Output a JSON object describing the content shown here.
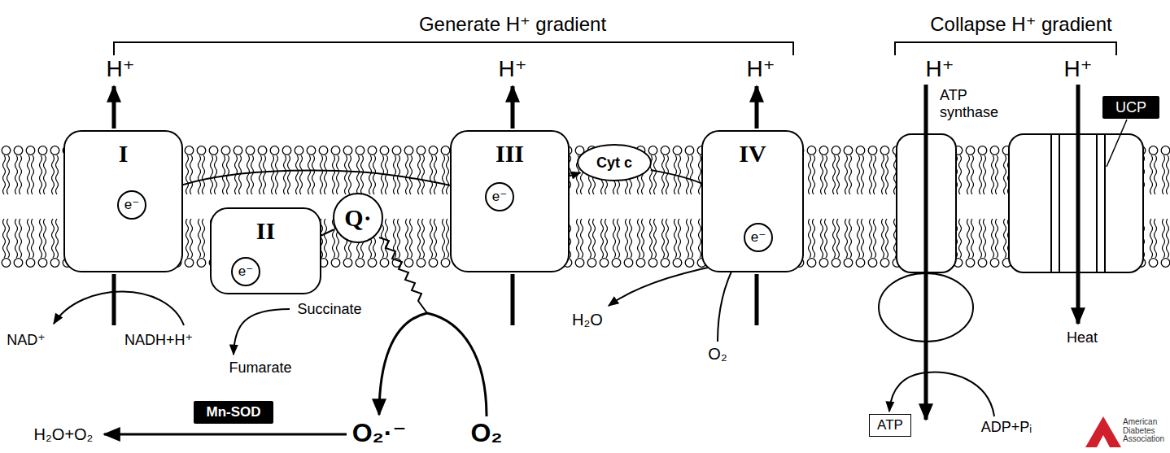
{
  "diagram": {
    "nodes": [
      {
        "text": [
          "I"
        ]
      },
      {
        "text": [
          "e⁻"
        ],
        "in": 0
      },
      {
        "text": [
          "II"
        ]
      },
      {
        "text": [
          "e⁻"
        ],
        "in": 2
      },
      {
        "text": [
          "Q·"
        ]
      },
      {
        "text": [
          "III"
        ]
      },
      {
        "text": [
          "e⁻"
        ],
        "in": 5
      },
      {
        "text": [
          "Cyt c"
        ]
      },
      {
        "text": [
          "IV"
        ]
      },
      {
        "text": [
          "e⁻"
        ],
        "in": 8
      },
      {
        "text": [
          "UCP"
        ]
      },
      {
        "text": [
          "Mn-SOD"
        ]
      },
      {
        "text": [
          "ATP"
        ]
      }
    ],
    "edges": [
      {
        "from": 1,
        "to": 6,
        "arrow": "to"
      },
      {
        "from": 3,
        "to": 4,
        "arrow": "none"
      },
      {
        "from": 6,
        "to": 7,
        "arrow": "to"
      },
      {
        "from": 7,
        "to": 9,
        "arrow": "to"
      }
    ],
    "labels": [
      "Generate H⁺ gradient",
      "Collapse H⁺ gradient",
      "H⁺",
      "H⁺",
      "H⁺",
      "H⁺",
      "H⁺",
      "ATP synthase",
      "NAD⁺",
      "NADH+H⁺",
      "Succinate",
      "Fumarate",
      "H₂O",
      "O₂",
      "Heat",
      "O₂·⁻",
      "O₂",
      "H₂O+O₂",
      "ADP+Pᵢ",
      "American Diabetes Association"
    ]
  }
}
